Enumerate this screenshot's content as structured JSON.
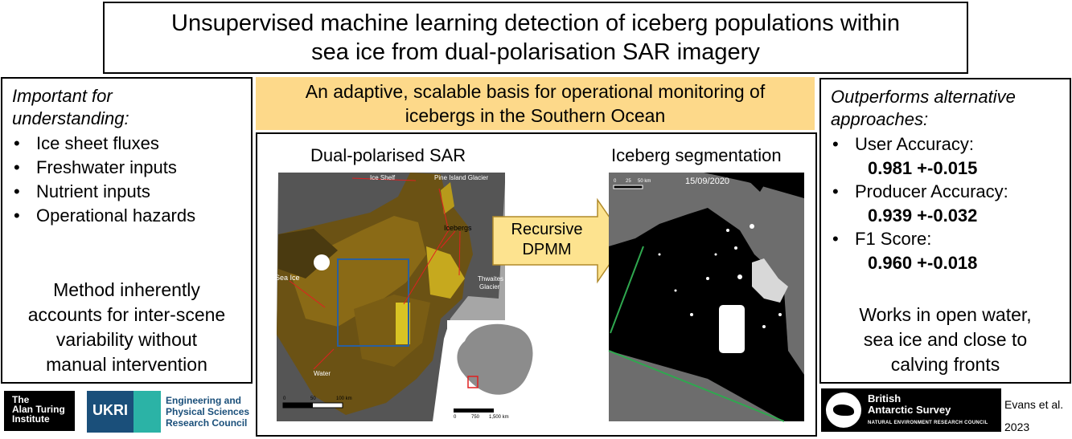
{
  "title": "Unsupervised machine learning detection of iceberg populations within\nsea ice from dual-polarisation SAR imagery",
  "left_panel": {
    "heading": "Important for\nunderstanding:",
    "items": [
      "Ice sheet fluxes",
      "Freshwater inputs",
      "Nutrient inputs",
      "Operational hazards"
    ],
    "footer": "Method inherently\naccounts for inter-scene\nvariability without\nmanual intervention"
  },
  "banner": "An adaptive, scalable basis for operational monitoring of\nicebergs in the Southern Ocean",
  "center": {
    "sar_label": "Dual-polarised SAR",
    "seg_label": "Iceberg segmentation",
    "arrow_label_1": "Recursive",
    "arrow_label_2": "DPMM",
    "annotations": {
      "ice_shelf": "Ice Shelf",
      "pine_island": "Pine Island Glacier",
      "icebergs": "Icebergs",
      "sea_ice": "Sea Ice",
      "thwaites_1": "Thwaites",
      "thwaites_2": "Glacier",
      "water": "Water"
    },
    "sar_scale": [
      "0",
      "50",
      "100 km"
    ],
    "inset_scale": [
      "0",
      "750",
      "1,500 km"
    ],
    "seg_scale": [
      "0",
      "25",
      "50 km"
    ],
    "seg_date": "15/09/2020"
  },
  "right_panel": {
    "heading": "Outperforms alternative\napproaches:",
    "metrics": [
      {
        "label": "User Accuracy:",
        "value": "0.981 +-0.015"
      },
      {
        "label": "Producer Accuracy:",
        "value": "0.939 +-0.032"
      },
      {
        "label": "F1 Score:",
        "value": "0.960 +-0.018"
      }
    ],
    "footer": "Works in open water,\nsea ice and close to\ncalving fronts"
  },
  "logos": {
    "turing_1": "The",
    "turing_2": "Alan Turing",
    "turing_3": "Institute",
    "ukri": "UKRI",
    "epsrc_1": "Engineering and",
    "epsrc_2": "Physical Sciences",
    "epsrc_3": "Research Council",
    "bas_1": "British",
    "bas_2": "Antarctic Survey",
    "bas_3": "NATURAL ENVIRONMENT RESEARCH COUNCIL"
  },
  "citation_1": "Evans et al.",
  "citation_2": "2023",
  "colors": {
    "banner": "#fdd98a",
    "arrow": "#fde38f",
    "bas_bg": "#000000",
    "epsrc": "#1a4f7a",
    "ukri_teal": "#2bb3a6",
    "roi": "#2a5f9e",
    "inset_marker": "#e02020",
    "seg_line": "#2fa84f"
  }
}
